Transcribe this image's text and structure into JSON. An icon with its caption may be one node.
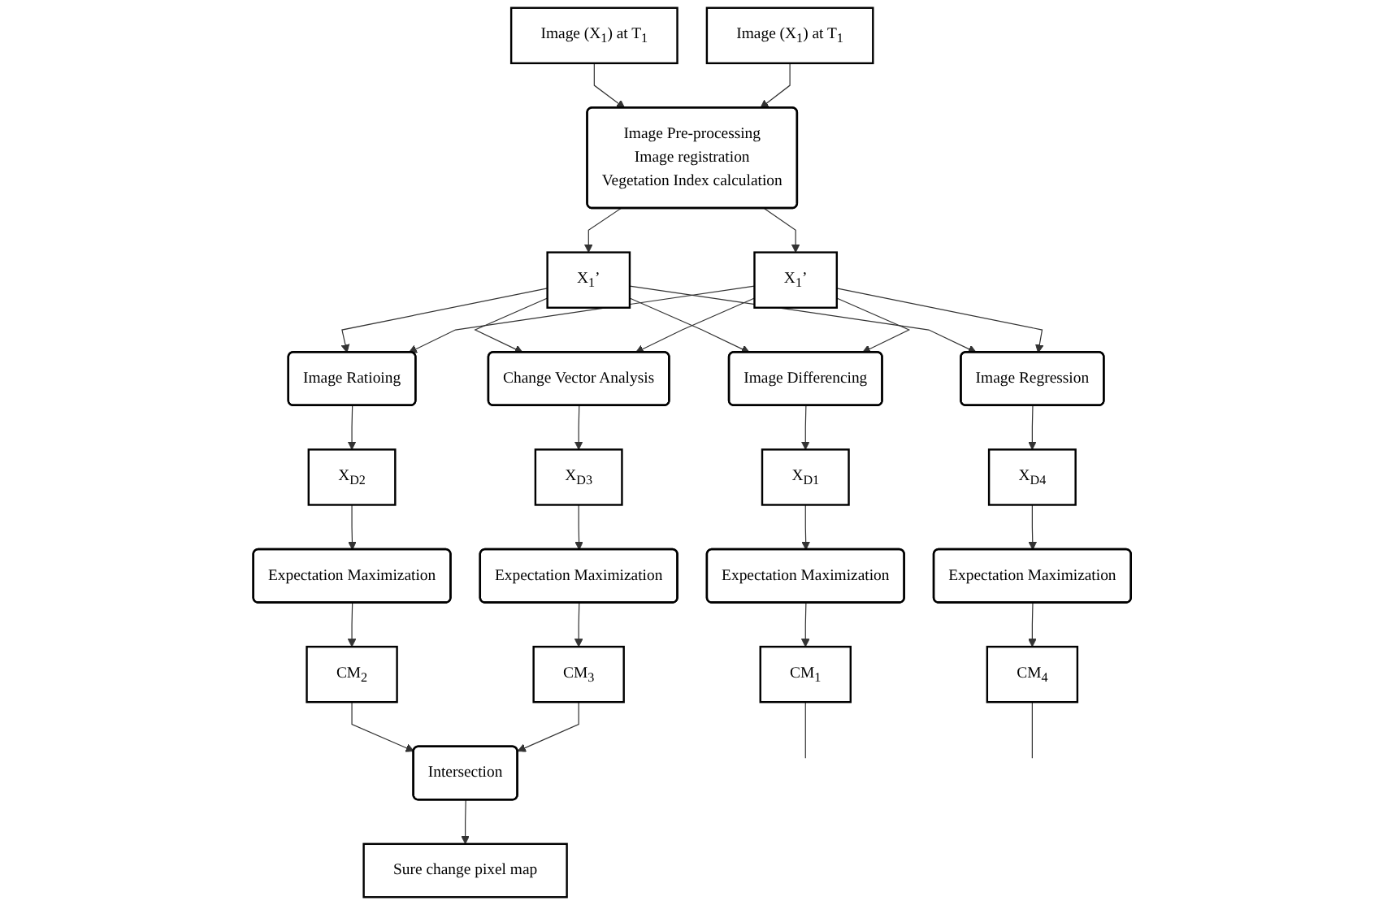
{
  "diagram": {
    "nodes": [
      {
        "text": [
          "Image (X$_{1}$) at T$_{1}$"
        ]
      },
      {
        "text": [
          "Image (X$_{1}$) at T$_{1}$"
        ]
      },
      {
        "text": [
          "Image Pre-processing",
          "Image registration",
          "Vegetation Index calculation"
        ]
      },
      {
        "text": [
          "X$_{1}$’"
        ]
      },
      {
        "text": [
          "X$_{1}$’"
        ]
      },
      {
        "text": [
          "Image Differencing"
        ]
      },
      {
        "text": [
          "Image Ratioing"
        ]
      },
      {
        "text": [
          "Change Vector Analysis"
        ]
      },
      {
        "text": [
          "Image Regression"
        ]
      },
      {
        "text": [
          "X$_{D1}$"
        ]
      },
      {
        "text": [
          "X$_{D2}$"
        ]
      },
      {
        "text": [
          "X$_{D3}$"
        ]
      },
      {
        "text": [
          "X$_{D4}$"
        ]
      },
      {
        "text": [
          "Expectation Maximization"
        ]
      },
      {
        "text": [
          "Expectation Maximization"
        ]
      },
      {
        "text": [
          "Expectation Maximization"
        ]
      },
      {
        "text": [
          "Expectation Maximization"
        ]
      },
      {
        "text": [
          "CM$_{1}$"
        ]
      },
      {
        "text": [
          "CM$_{2}$"
        ]
      },
      {
        "text": [
          "CM$_{3}$"
        ]
      },
      {
        "text": [
          "CM$_{4}$"
        ]
      },
      {
        "text": [
          "Intersection"
        ]
      },
      {
        "text": [
          "Sure change pixel map"
        ]
      }
    ],
    "edges": [
      {
        "from": 0,
        "to": 2,
        "arrow": "to"
      },
      {
        "from": 1,
        "to": 2,
        "arrow": "to"
      },
      {
        "from": 2,
        "to": 3,
        "arrow": "to"
      },
      {
        "from": 2,
        "to": 4,
        "arrow": "to"
      },
      {
        "from": 3,
        "to": 5,
        "arrow": "to"
      },
      {
        "from": 3,
        "to": 6,
        "arrow": "to"
      },
      {
        "from": 3,
        "to": 7,
        "arrow": "to"
      },
      {
        "from": 3,
        "to": 8,
        "arrow": "to"
      },
      {
        "from": 4,
        "to": 5,
        "arrow": "to"
      },
      {
        "from": 4,
        "to": 6,
        "arrow": "to"
      },
      {
        "from": 4,
        "to": 7,
        "arrow": "to"
      },
      {
        "from": 4,
        "to": 8,
        "arrow": "to"
      },
      {
        "from": 5,
        "to": 9,
        "arrow": "to"
      },
      {
        "from": 6,
        "to": 10,
        "arrow": "to"
      },
      {
        "from": 7,
        "to": 11,
        "arrow": "to"
      },
      {
        "from": 8,
        "to": 12,
        "arrow": "to"
      },
      {
        "from": 9,
        "to": 13,
        "arrow": "to"
      },
      {
        "from": 10,
        "to": 14,
        "arrow": "to"
      },
      {
        "from": 11,
        "to": 15,
        "arrow": "to"
      },
      {
        "from": 12,
        "to": 16,
        "arrow": "to"
      },
      {
        "from": 13,
        "to": 17,
        "arrow": "to"
      },
      {
        "from": 14,
        "to": 18,
        "arrow": "to"
      },
      {
        "from": 15,
        "to": 19,
        "arrow": "to"
      },
      {
        "from": 16,
        "to": 20,
        "arrow": "to"
      },
      {
        "from": 17,
        "to": null,
        "arrow": "none"
      },
      {
        "from": 18,
        "to": 21,
        "arrow": "to"
      },
      {
        "from": 19,
        "to": 21,
        "arrow": "to"
      },
      {
        "from": 20,
        "to": null,
        "arrow": "none"
      },
      {
        "from": 21,
        "to": 22,
        "arrow": "to"
      }
    ]
  }
}
